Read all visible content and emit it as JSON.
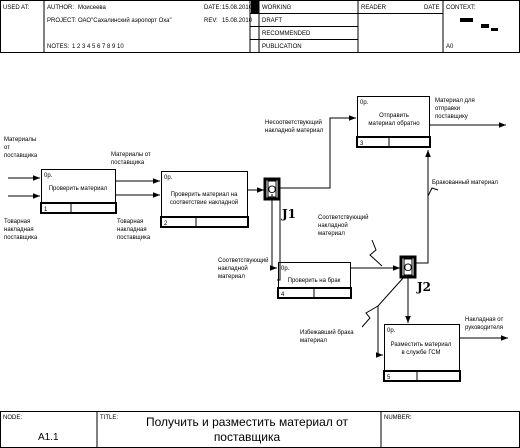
{
  "header": {
    "used_at_label": "USED AT:",
    "author_label": "AUTHOR:",
    "author": "Моисеева",
    "project_label": "PROJECT:",
    "project": "ОАО\"Сахалинский аэропорт Оха\"",
    "date_label": "DATE:",
    "date": "15.08.2010",
    "rev_label": "REV:",
    "rev": "15.08.2010",
    "notes_label": "NOTES:",
    "notes": "1 2 3 4 5 6 7 8 9 10",
    "status": [
      "WORKING",
      "DRAFT",
      "RECOMMENDED",
      "PUBLICATION"
    ],
    "reader_label": "READER",
    "reader_date_label": "DATE",
    "context_label": "CONTEXT:",
    "context_node": "A0"
  },
  "footer": {
    "node_label": "NODE:",
    "node": "A1.1",
    "title_label": "TITLE:",
    "title_line1": "Получить и разместить  материал от",
    "title_line2": "поставщика",
    "number_label": "NUMBER:"
  },
  "boxes": [
    {
      "num": "1",
      "op": "0р.",
      "label": [
        "Проверить материал"
      ]
    },
    {
      "num": "2",
      "op": "0р.",
      "label": [
        "Проверить материал на",
        "соответствие накладной"
      ]
    },
    {
      "num": "3",
      "op": "0р.",
      "label": [
        "Отправить",
        "материал обратно"
      ]
    },
    {
      "num": "4",
      "op": "0р.",
      "label": [
        "Проверить на брак"
      ]
    },
    {
      "num": "5",
      "op": "0р.",
      "label": [
        "Разместить материал",
        "в службе ГСМ"
      ]
    }
  ],
  "junctions": [
    {
      "symbol": "O",
      "name": "J1"
    },
    {
      "symbol": "O",
      "name": "J2"
    }
  ],
  "arrows": {
    "in1": [
      "Материалы",
      "от",
      "поставщика"
    ],
    "doc1": [
      "Товарная",
      "накладная",
      "поставщика"
    ],
    "m12": [
      "Материалы от",
      "поставщика"
    ],
    "doc2": [
      "Товарная",
      "накладная",
      "поставщика"
    ],
    "nonconf": [
      "Несоответствующий",
      "накладной материал"
    ],
    "out3": [
      "Материал для",
      "отправки",
      "поставщику"
    ],
    "defect": [
      "Бракованный материал"
    ],
    "conf_top": [
      "Соответствующий",
      "накладной",
      "материал"
    ],
    "conf_left": [
      "Соответствующий",
      "накладной",
      "материал"
    ],
    "nodefect": [
      "Избежавший брака",
      "материал"
    ],
    "out5": [
      "Накладная от",
      "руководителя"
    ]
  }
}
